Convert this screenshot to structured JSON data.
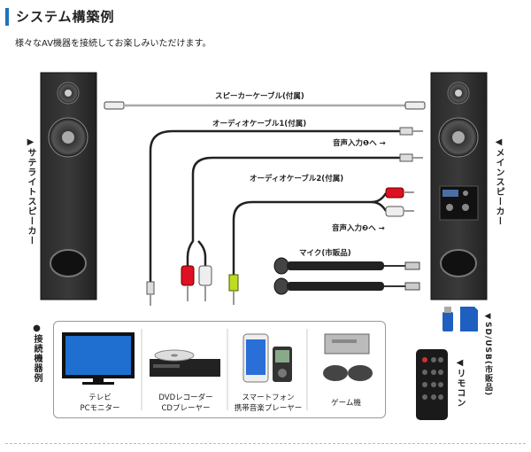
{
  "header": {
    "title": "システム構築例",
    "subtitle": "様々なAV機器を接続してお楽しみいただけます。"
  },
  "speakers": {
    "satellite_label": "▶サテライトスピーカー",
    "main_label": "◀メインスピーカー"
  },
  "cables": {
    "speaker_cable": "スピーカーケーブル(付属)",
    "audio_cable_1": "オーディオケーブル1(付属)",
    "audio_cable_2": "オーディオケーブル2(付属)",
    "audio_in_1": "音声入力❶へ →",
    "audio_in_2": "音声入力❷へ →",
    "mic": "マイク(市販品)"
  },
  "devices": {
    "section_label": "●接続機器例",
    "items": [
      {
        "line1": "テレビ",
        "line2": "PCモニター"
      },
      {
        "line1": "DVDレコーダー",
        "line2": "CDプレーヤー"
      },
      {
        "line1": "スマートフォン",
        "line2": "携帯音楽プレーヤー"
      },
      {
        "line1": "ゲーム機",
        "line2": ""
      }
    ]
  },
  "accessories": {
    "sd_usb": "◀SD/USB(市販品)",
    "remote": "◀リモコン"
  }
}
